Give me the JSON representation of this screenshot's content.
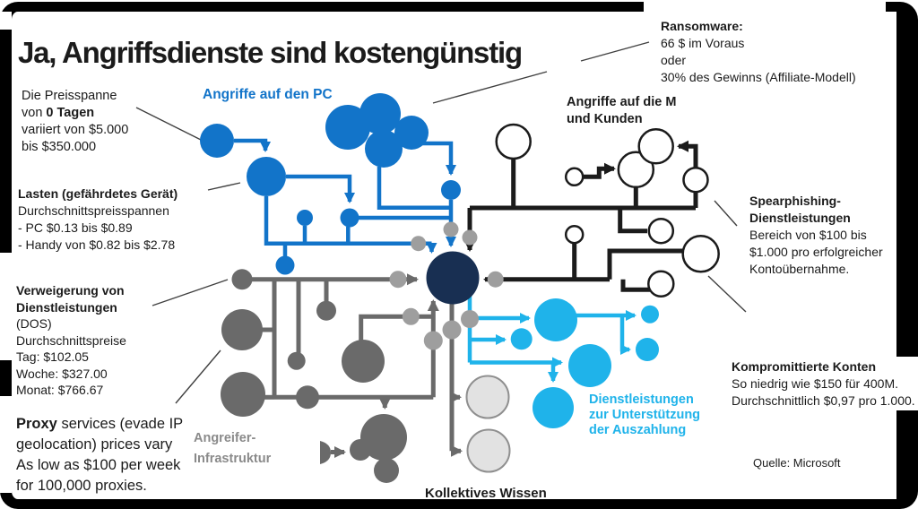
{
  "title": "Ja, Angriffsdienste sind kostengünstig",
  "colors": {
    "blue": "#1274c9",
    "navy": "#182f52",
    "cyan": "#1fb3ea",
    "gray": "#6a6a6a",
    "dot": "#9e9e9e",
    "lightfill": "#e2e2e2",
    "lightstroke": "#8f8f8f",
    "black": "#1b1b1b",
    "labelgray": "#8a8a8a",
    "leader": "#404040"
  },
  "labels": {
    "pc_attacks": "Angriffe auf den PC",
    "m_attacks_1": "Angriffe auf die M",
    "m_attacks_2": "und Kunden",
    "payout_1": "Dienstleistungen",
    "payout_2": "zur Unterstützung",
    "payout_3": "der Auszahlung",
    "infra_1": "Angreifer-",
    "infra_2": "Infrastruktur",
    "knowledge": "Kollektives Wissen",
    "source": "Quelle: Microsoft"
  },
  "blocks": {
    "preisspanne": {
      "l1": "Die Preisspanne",
      "l2_pre": "von ",
      "l2_bold": "0 Tagen",
      "l3": "variiert von $5.000",
      "l4": "bis $350.000"
    },
    "ransomware": {
      "l1": "Ransomware:",
      "l2": "66 $ im Voraus",
      "l3": "oder",
      "l4": "30% des Gewinns (Affiliate-Modell)"
    },
    "lasten": {
      "l1": "Lasten (gefährdetes Gerät)",
      "l2": "Durchschnittspreisspannen",
      "l3": "- PC $0.13 bis $0.89",
      "l4": "- Handy von $0.82 bis $2.78"
    },
    "spearphishing": {
      "l1": "Spearphishing-",
      "l2": "Dienstleistungen",
      "l3": "Bereich von $100 bis",
      "l4": "$1.000 pro erfolgreicher",
      "l5": "Kontoübernahme."
    },
    "verweigerung": {
      "l1": "Verweigerung von",
      "l2": "Dienstleistungen",
      "l3": "(DOS)",
      "l4": "Durchschnittspreise",
      "l5": "Tag: $102.05",
      "l6": "Woche: $327.00",
      "l7": "Monat: $766.67"
    },
    "kompromittiert": {
      "l1": "Kompromittierte Konten",
      "l2": "So niedrig wie $150 für 400M.",
      "l3": "Durchschnittlich $0,97 pro 1.000."
    },
    "proxy": {
      "l1_bold": "Proxy",
      "l1_rest": " services (evade IP",
      "l2": "geolocation) prices vary",
      "l3": "As low as $100 per week",
      "l4": "for 100,000 proxies."
    }
  }
}
